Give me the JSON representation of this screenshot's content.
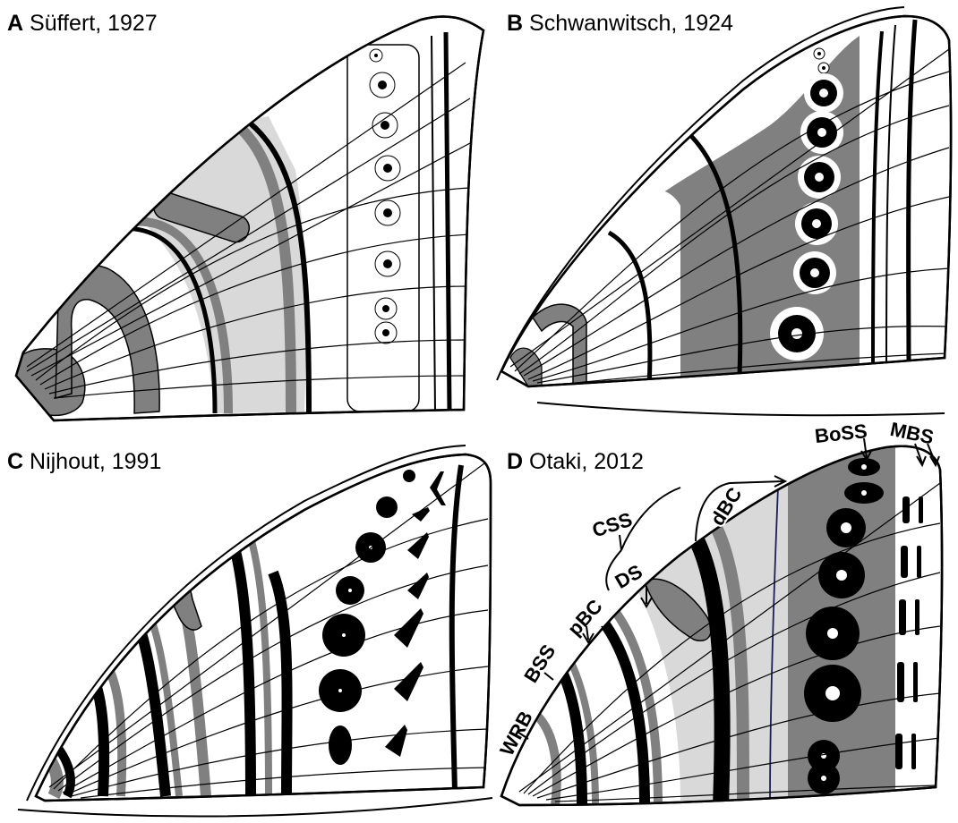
{
  "figure": {
    "panels": [
      {
        "letter": "A",
        "citation": "Süffert, 1927"
      },
      {
        "letter": "B",
        "citation": "Schwanwitsch, 1924"
      },
      {
        "letter": "C",
        "citation": "Nijhout, 1991"
      },
      {
        "letter": "D",
        "citation": "Otaki, 2012"
      }
    ],
    "annotations": {
      "boss": "BoSS",
      "mbs": "MBS",
      "dbc": "dBC",
      "css": "CSS",
      "ds": "DS",
      "pbc": "pBC",
      "bss": "BSS",
      "wrb": "WRB"
    },
    "colors": {
      "black": "#000000",
      "dark_gray": "#808080",
      "light_gray": "#d9d9d9",
      "white": "#ffffff",
      "navy_line": "#1a1f5a"
    }
  }
}
